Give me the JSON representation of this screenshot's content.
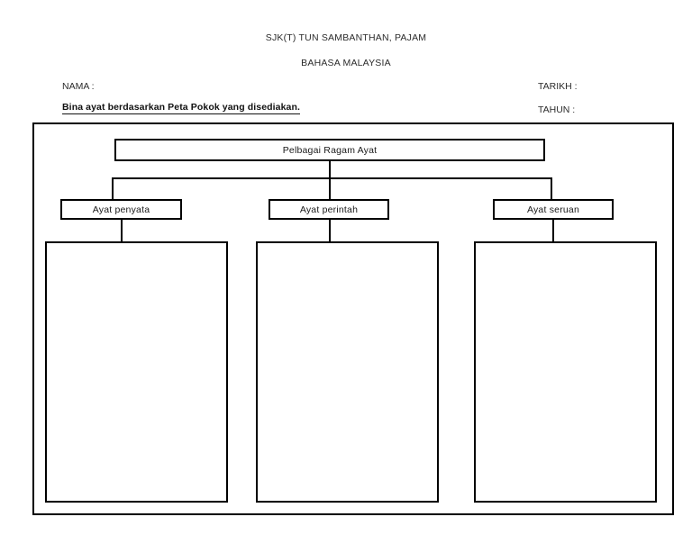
{
  "header": {
    "school_name": "SJK(T) TUN SAMBANTHAN, PAJAM",
    "subject": "BAHASA MALAYSIA",
    "name_label": "NAMA :",
    "date_label": "TARIKH :",
    "year_label": "TAHUN :",
    "instruction": "Bina ayat berdasarkan Peta Pokok yang disediakan."
  },
  "tree_map": {
    "root": {
      "label": "Pelbagai Ragam Ayat"
    },
    "categories": [
      {
        "label": "Ayat penyata",
        "answer_value": ""
      },
      {
        "label": "Ayat perintah",
        "answer_value": ""
      },
      {
        "label": "Ayat seruan",
        "answer_value": ""
      }
    ]
  },
  "colors": {
    "ink": "#000000",
    "text": "#1a1a1a",
    "paper": "#ffffff"
  }
}
